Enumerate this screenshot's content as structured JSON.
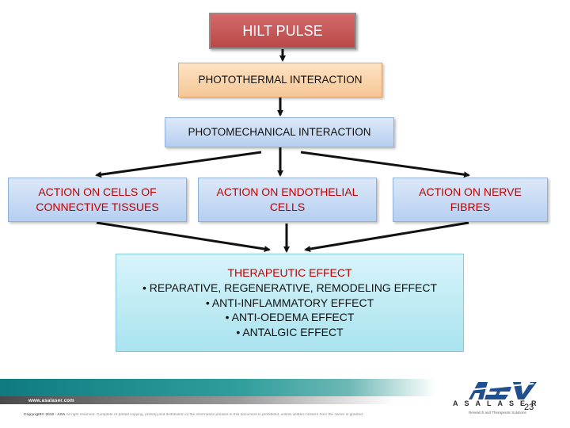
{
  "boxes": {
    "hilt": "HILT PULSE",
    "photothermal": "PHOTOTHERMAL INTERACTION",
    "photomechanical": "PHOTOMECHANICAL INTERACTION",
    "cells_line1": "ACTION ON CELLS OF",
    "cells_line2": "CONNECTIVE TISSUES",
    "endo_line1": "ACTION ON ENDOTHELIAL",
    "endo_line2": "CELLS",
    "nerve_line1": "ACTION ON NERVE",
    "nerve_line2": "FIBRES"
  },
  "therapeutic": {
    "title": "THERAPEUTIC EFFECT",
    "items": [
      "• REPARATIVE, REGENERATIVE, REMODELING EFFECT",
      "• ANTI-INFLAMMATORY EFFECT",
      "• ANTI-OEDEMA EFFECT",
      "• ANTALGIC EFFECT"
    ]
  },
  "footer": {
    "website": "www.asalaser.com",
    "copyright_bold": "Copyright© 2012 - ASA",
    "copyright_text": "All right reserved. Complete or partial copying, printing and distribution of the information present in this document is prohibited, unless written consent from the owner is granted.",
    "logo_name": "ASALASER",
    "logo_tagline": "Research and Therapeutic Solutions",
    "page_number": "23"
  },
  "colors": {
    "hilt_box": "#c55656",
    "photothermal_box": "#fbd6ad",
    "action_boxes": "#c7dbf4",
    "therapeutic_box": "#bfeaf4",
    "accent_red": "#c00000",
    "footer_teal": "#1f8a8c"
  }
}
